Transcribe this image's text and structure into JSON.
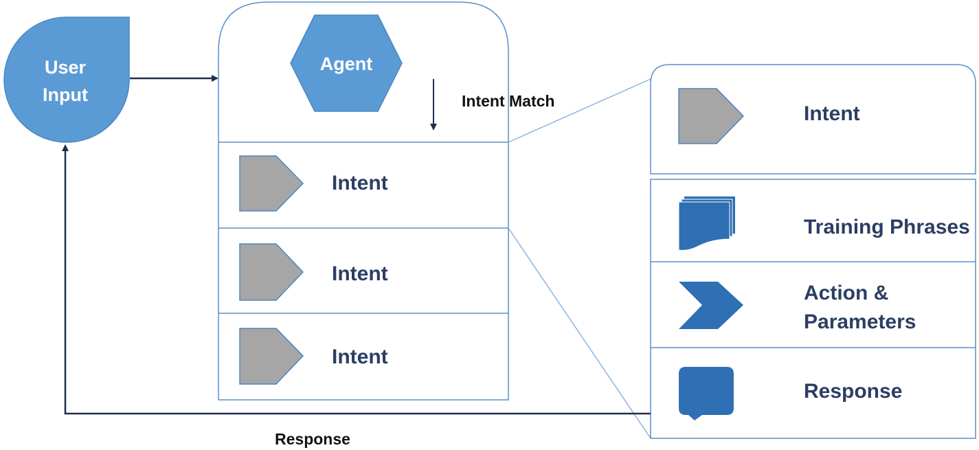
{
  "user_input": {
    "line1": "User",
    "line2": "Input"
  },
  "agent": {
    "label": "Agent",
    "intent_match_label": "Intent Match"
  },
  "intents": [
    "Intent",
    "Intent",
    "Intent"
  ],
  "detail": {
    "intent_label": "Intent",
    "training_phrases_label": "Training Phrases",
    "action_line1": "Action &",
    "action_line2": "Parameters",
    "response_label": "Response"
  },
  "response_arrow_label": "Response",
  "colors": {
    "primary_blue": "#5b9bd5",
    "dark_blue": "#2f6fb3",
    "gray_shape": "#a6a6a6",
    "navy_text": "#2c3e63",
    "outline": "#5a8fc7",
    "connector": "#1f2d4d"
  }
}
